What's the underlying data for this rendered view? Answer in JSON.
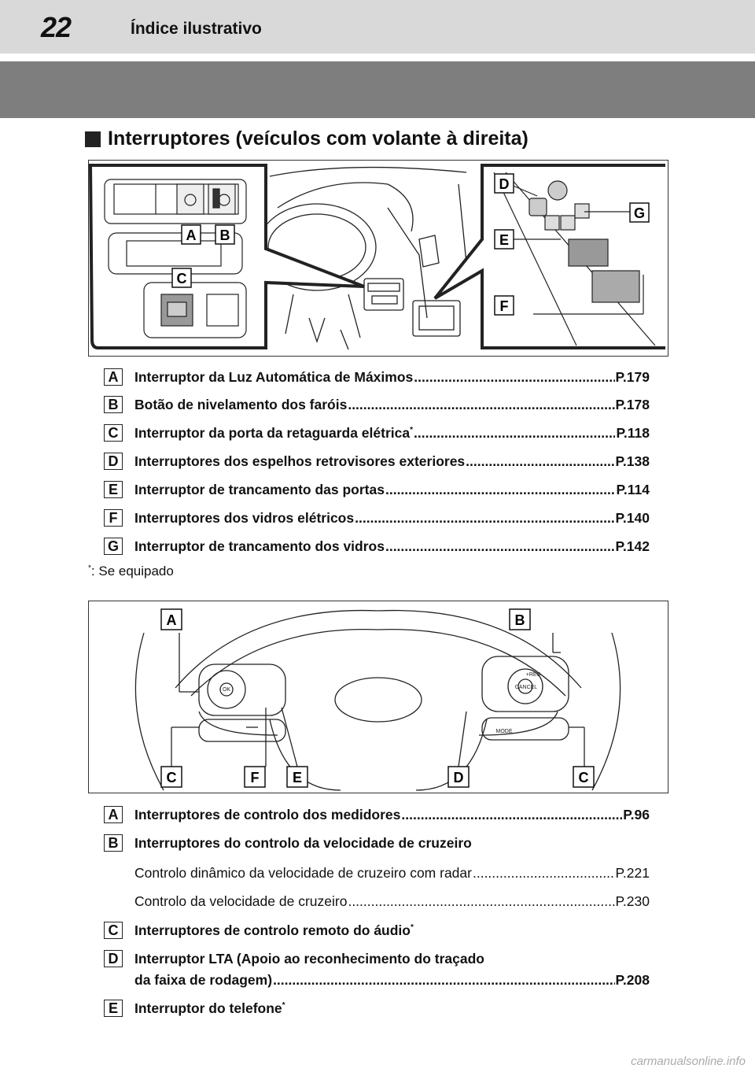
{
  "header": {
    "page_number": "22",
    "chapter": "Índice ilustrativo"
  },
  "section_title": "Interruptores (veículos com volante à direita)",
  "figure1": {
    "callouts": [
      "A",
      "B",
      "C",
      "D",
      "E",
      "F",
      "G"
    ]
  },
  "list1": [
    {
      "letter": "A",
      "text": "Interruptor da Luz Automática de Máximos",
      "page": "P.179",
      "star": false
    },
    {
      "letter": "B",
      "text": "Botão de nivelamento dos faróis",
      "page": "P.178",
      "star": false
    },
    {
      "letter": "C",
      "text": "Interruptor da porta da retaguarda elétrica",
      "page": "P.118",
      "star": true
    },
    {
      "letter": "D",
      "text": "Interruptores dos espelhos retrovisores exteriores",
      "page": "P.138",
      "star": false
    },
    {
      "letter": "E",
      "text": "Interruptor de trancamento das portas",
      "page": "P.114",
      "star": false
    },
    {
      "letter": "F",
      "text": "Interruptores dos vidros elétricos",
      "page": "P.140",
      "star": false
    },
    {
      "letter": "G",
      "text": "Interruptor de trancamento dos vidros",
      "page": "P.142",
      "star": false
    }
  ],
  "footnote": {
    "marker": "*",
    "text": ": Se equipado"
  },
  "figure2": {
    "callouts": [
      "A",
      "B",
      "C",
      "F",
      "E",
      "D",
      "C"
    ],
    "wheel_labels": {
      "ok": "OK",
      "res": "+RES",
      "cancel": "CANCEL",
      "mode": "MODE"
    }
  },
  "list2": {
    "a": {
      "letter": "A",
      "text": "Interruptores de controlo dos medidores",
      "page": "P.96"
    },
    "b": {
      "letter": "B",
      "text": "Interruptores do controlo da velocidade de cruzeiro"
    },
    "b_sub1": {
      "text": "Controlo dinâmico da velocidade de cruzeiro com radar",
      "page": "P.221"
    },
    "b_sub2": {
      "text": "Controlo da velocidade de cruzeiro",
      "page": "P.230"
    },
    "c": {
      "letter": "C",
      "text": "Interruptores de controlo remoto do áudio",
      "star": "*"
    },
    "d": {
      "letter": "D",
      "text": "Interruptor LTA (Apoio ao reconhecimento do traçado",
      "text2": "da faixa de rodagem)",
      "page": "P.208"
    },
    "e": {
      "letter": "E",
      "text": "Interruptor do telefone",
      "star": "*"
    }
  },
  "footer": "carmanualsonline.info"
}
